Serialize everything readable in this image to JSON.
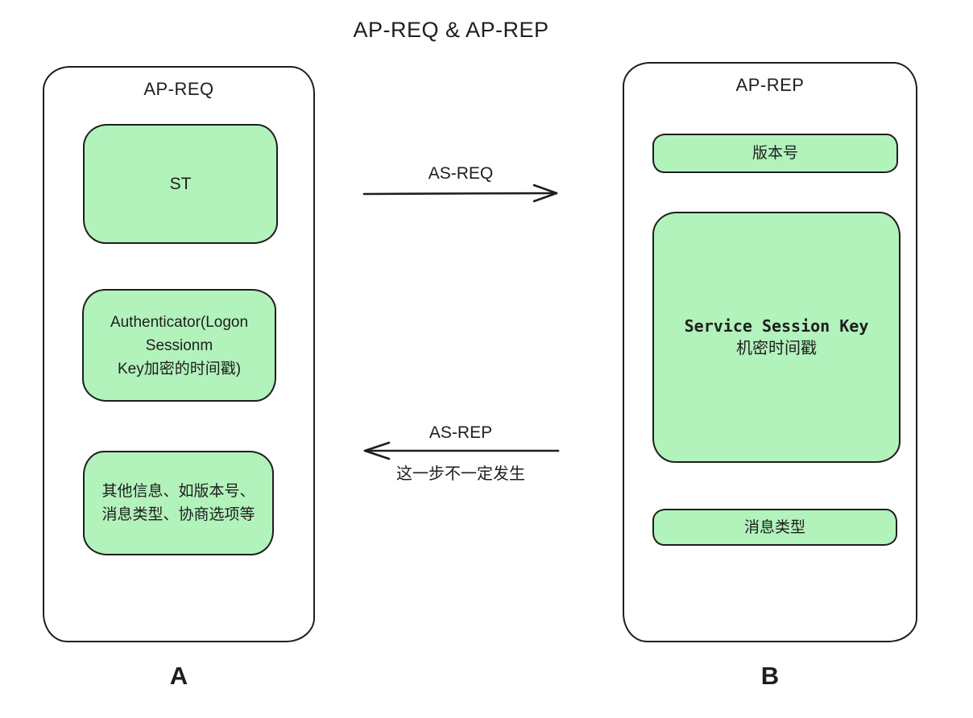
{
  "title": "AP-REQ & AP-REP",
  "left_panel": {
    "title": "AP-REQ",
    "endpoint_label": "A",
    "items": [
      {
        "name": "service-ticket",
        "text": "ST"
      },
      {
        "name": "authenticator",
        "text": "Authenticator(Logon\nSessionm\nKey加密的时间戳)"
      },
      {
        "name": "other-info",
        "text": "其他信息、如版本号、\n消息类型、协商选项等"
      }
    ]
  },
  "right_panel": {
    "title": "AP-REP",
    "endpoint_label": "B",
    "items": [
      {
        "name": "version-number",
        "text": "版本号"
      },
      {
        "name": "service-session-key",
        "line1": "Service Session Key",
        "line2": "机密时间戳"
      },
      {
        "name": "message-type",
        "text": "消息类型"
      }
    ]
  },
  "arrows": {
    "request": {
      "label": "AS-REQ",
      "direction": "right"
    },
    "reply": {
      "label": "AS-REP",
      "direction": "left",
      "note": "这一步不一定发生"
    }
  },
  "colors": {
    "box_fill": "#b2f2bb",
    "stroke": "#1e1e1e",
    "background": "#ffffff"
  }
}
